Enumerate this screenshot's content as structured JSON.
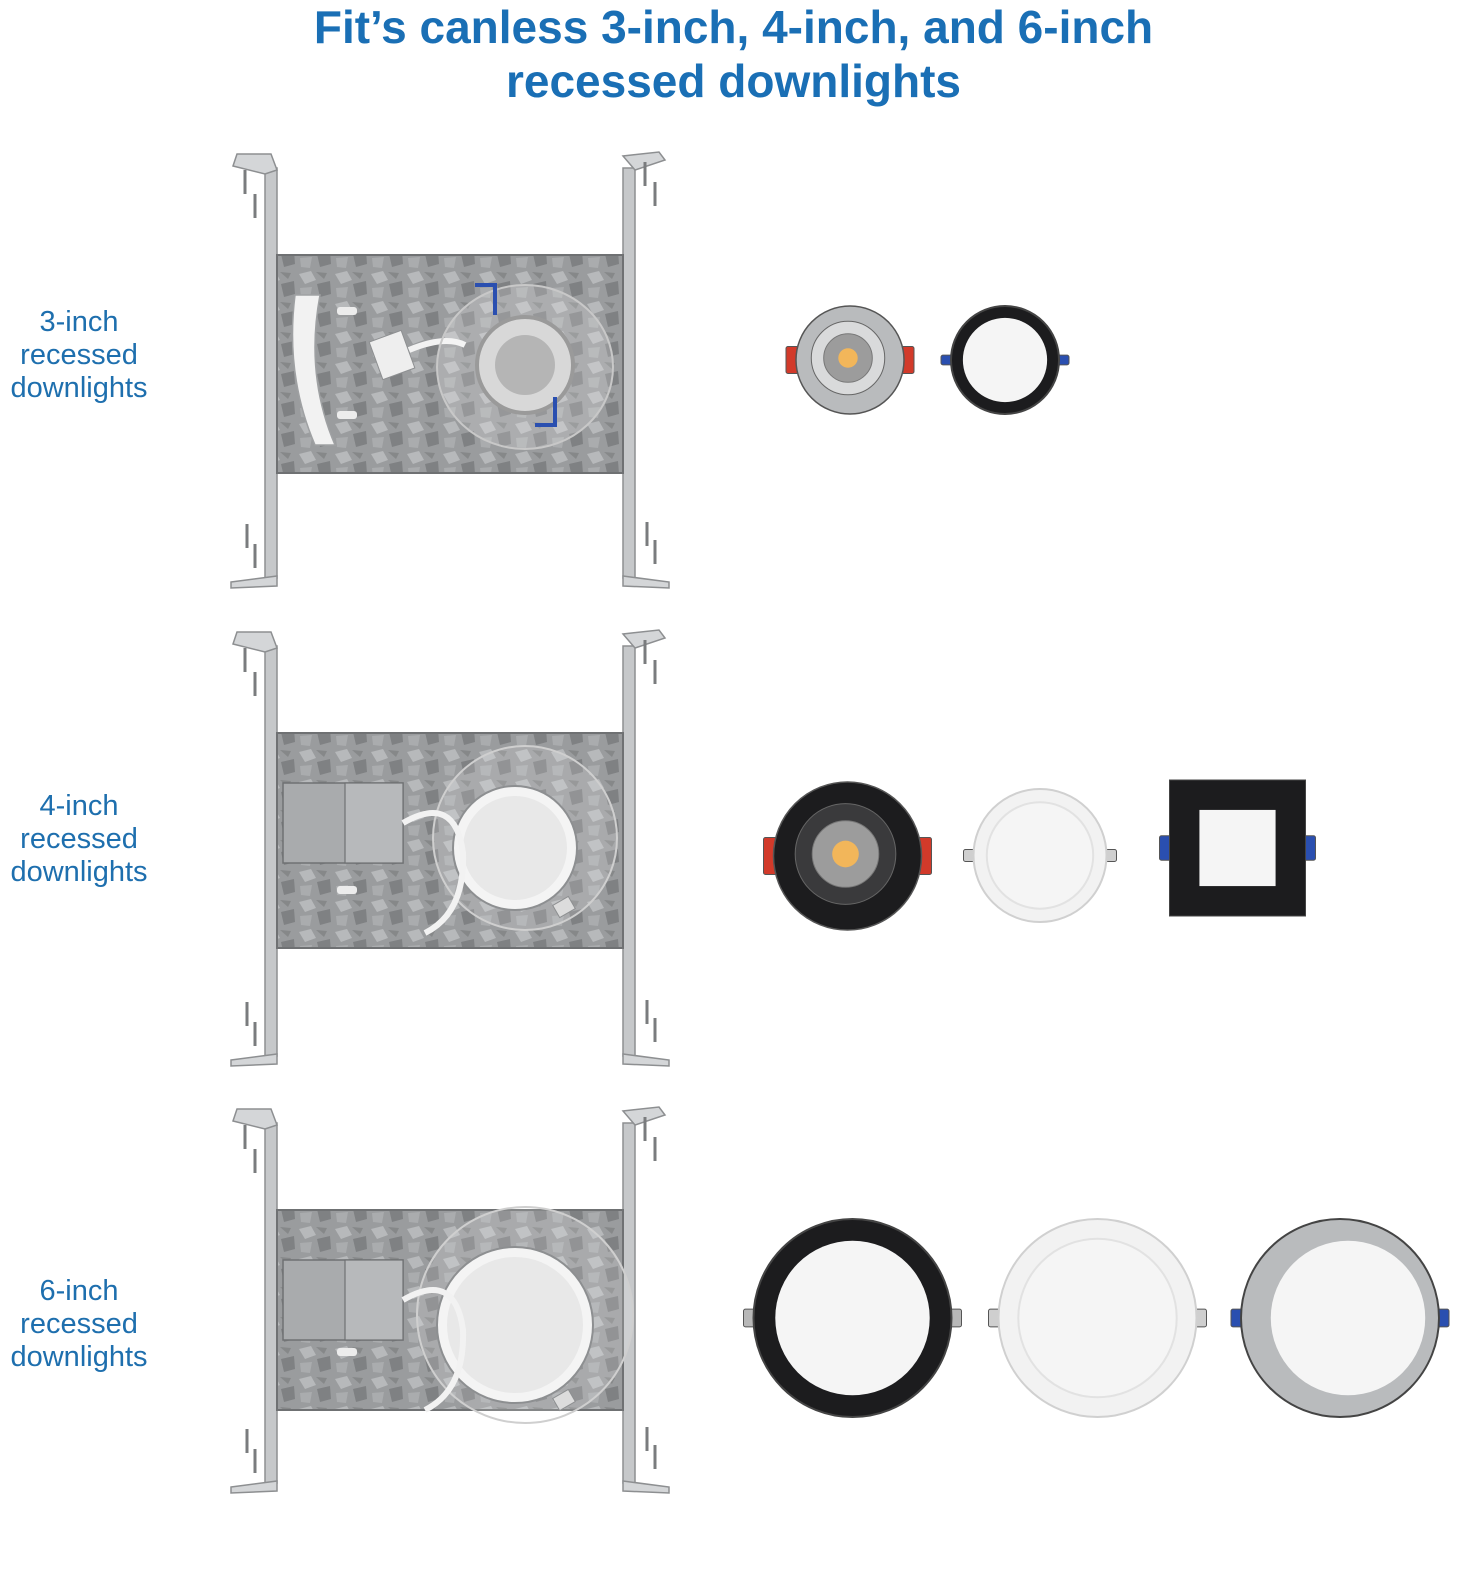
{
  "title": {
    "line1": "Fit’s canless 3-inch, 4-inch, and 6-inch",
    "line2": "recessed downlights"
  },
  "rows": [
    {
      "size": "3-inch",
      "label_lines": [
        "3-inch",
        "recessed",
        "downlights"
      ],
      "fixtures": [
        {
          "style": "gimbal",
          "finish": "brushed-nickel",
          "tab_color": "#d23a2a"
        },
        {
          "style": "round-slim",
          "finish": "black",
          "tab_color": "#2a4fb0"
        }
      ]
    },
    {
      "size": "4-inch",
      "label_lines": [
        "4-inch",
        "recessed",
        "downlights"
      ],
      "fixtures": [
        {
          "style": "gimbal",
          "finish": "black",
          "tab_color": "#d23a2a"
        },
        {
          "style": "round-slim",
          "finish": "white",
          "tab_color": "#cfcfcf"
        },
        {
          "style": "square-slim",
          "finish": "black",
          "tab_color": "#2a4fb0"
        }
      ]
    },
    {
      "size": "6-inch",
      "label_lines": [
        "6-inch",
        "recessed",
        "downlights"
      ],
      "fixtures": [
        {
          "style": "round-slim",
          "finish": "black",
          "tab_color": "#b8b8b8"
        },
        {
          "style": "round-slim",
          "finish": "white",
          "tab_color": "#cfcfcf"
        },
        {
          "style": "round-slim",
          "finish": "brushed-nickel",
          "tab_color": "#2a4fb0"
        }
      ]
    }
  ],
  "colors": {
    "accent": "#1a6fb5",
    "galvanized": "#9a9c9e",
    "black_finish": "#1c1c1e",
    "white_finish": "#f2f2f2",
    "nickel_finish": "#b9bbbd"
  }
}
